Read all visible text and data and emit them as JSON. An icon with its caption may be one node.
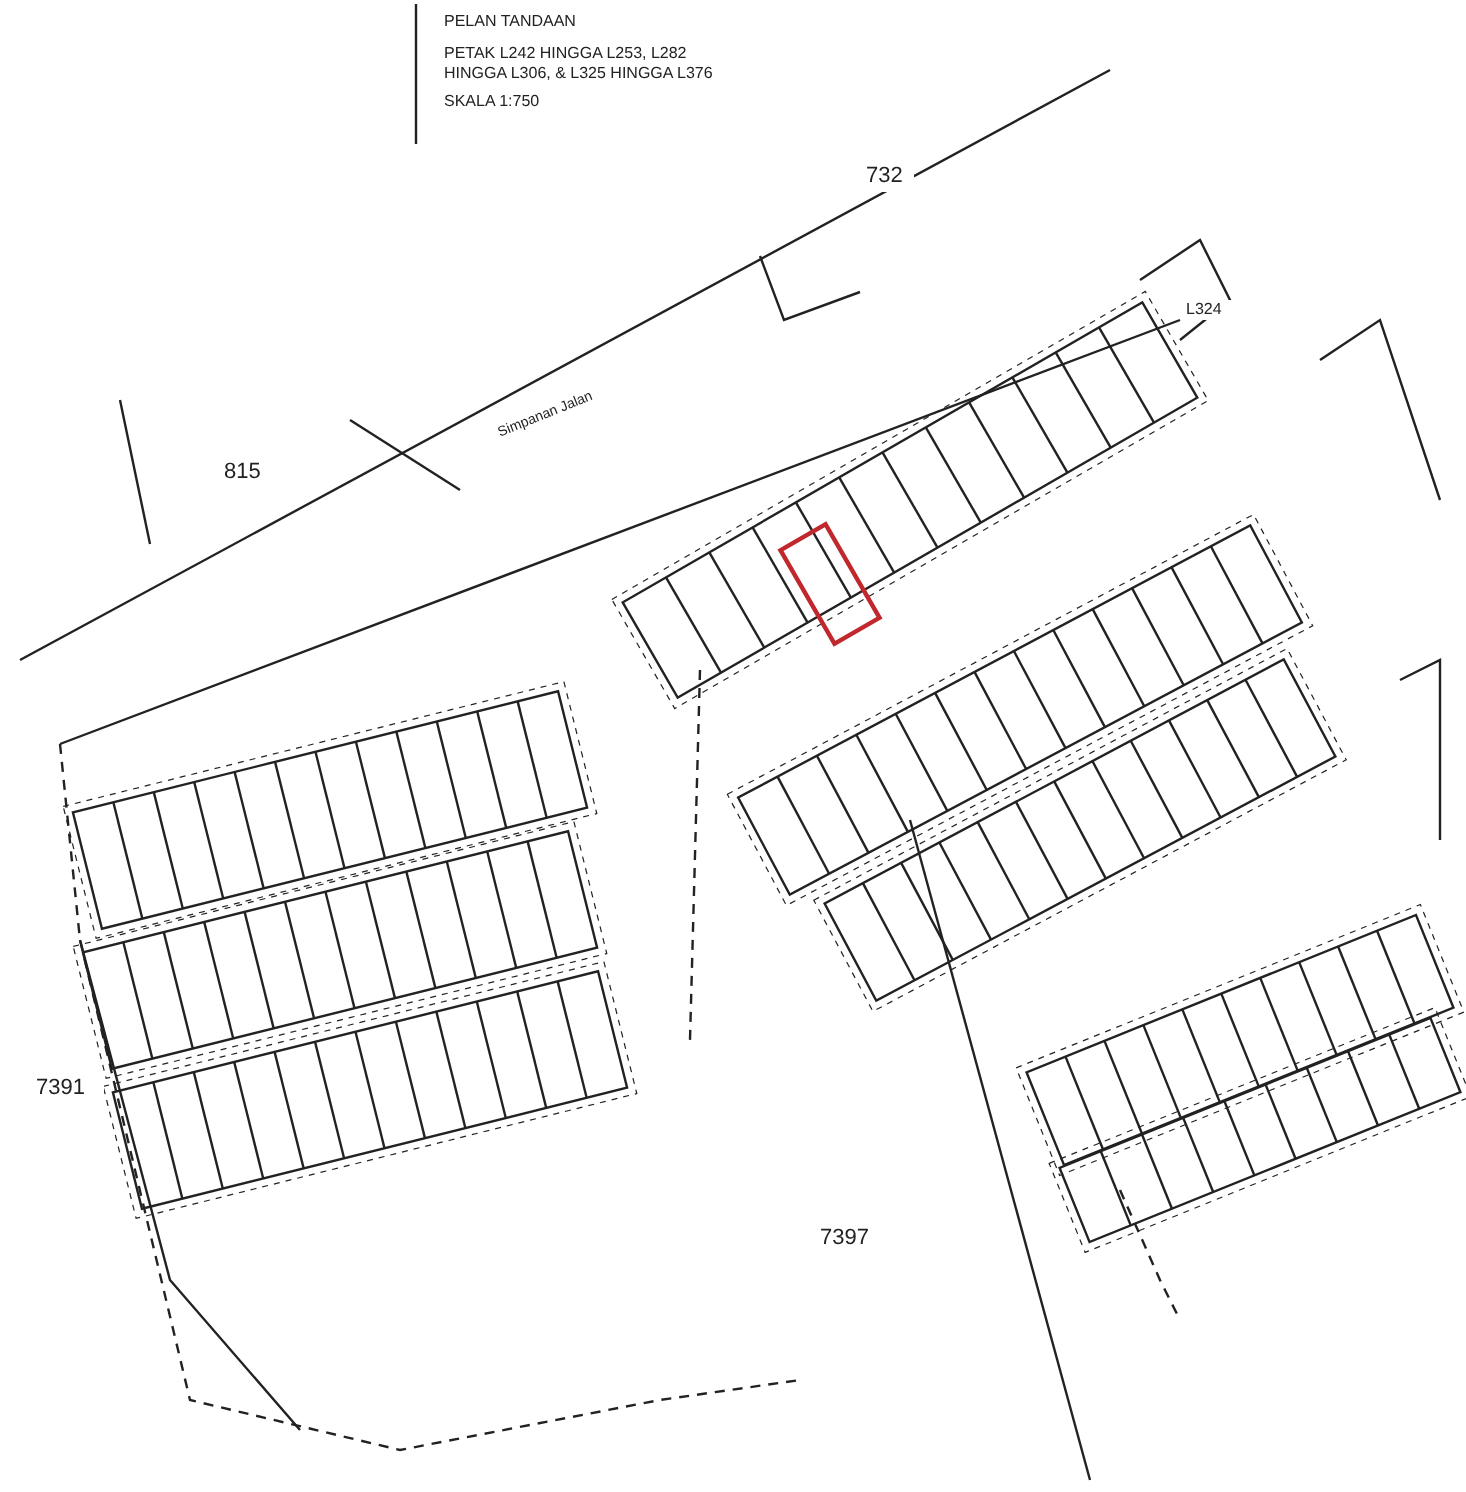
{
  "diagram": {
    "title": "PELAN TANDAAN",
    "labels": [
      "PETAK L242 HINGGA L253, L282 HINGGA L306, & L325 HINGGA L376",
      "SKALA 1:750",
      "732",
      "Simpanan Jalan",
      "L324",
      "815",
      "7391",
      "7397"
    ]
  }
}
